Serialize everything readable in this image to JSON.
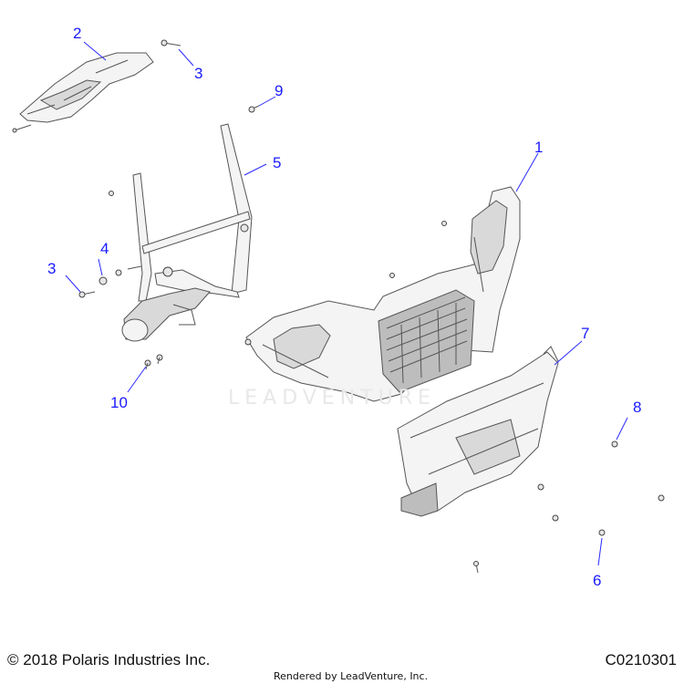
{
  "callouts": [
    {
      "id": "c2",
      "label": "2"
    },
    {
      "id": "c3a",
      "label": "3"
    },
    {
      "id": "c9",
      "label": "9"
    },
    {
      "id": "c5",
      "label": "5"
    },
    {
      "id": "c1",
      "label": "1"
    },
    {
      "id": "c4",
      "label": "4"
    },
    {
      "id": "c3b",
      "label": "3"
    },
    {
      "id": "c7",
      "label": "7"
    },
    {
      "id": "c8",
      "label": "8"
    },
    {
      "id": "c10",
      "label": "10"
    },
    {
      "id": "c6",
      "label": "6"
    }
  ],
  "watermark": "LEADVENTURE",
  "footer": {
    "copyright": "© 2018 Polaris Industries Inc.",
    "rendered_by": "Rendered by LeadVenture, Inc.",
    "diagram_code": "C0210301"
  },
  "colors": {
    "callout": "#1a1aff",
    "linework": "#555555",
    "part_fill": "#f4f4f4"
  }
}
